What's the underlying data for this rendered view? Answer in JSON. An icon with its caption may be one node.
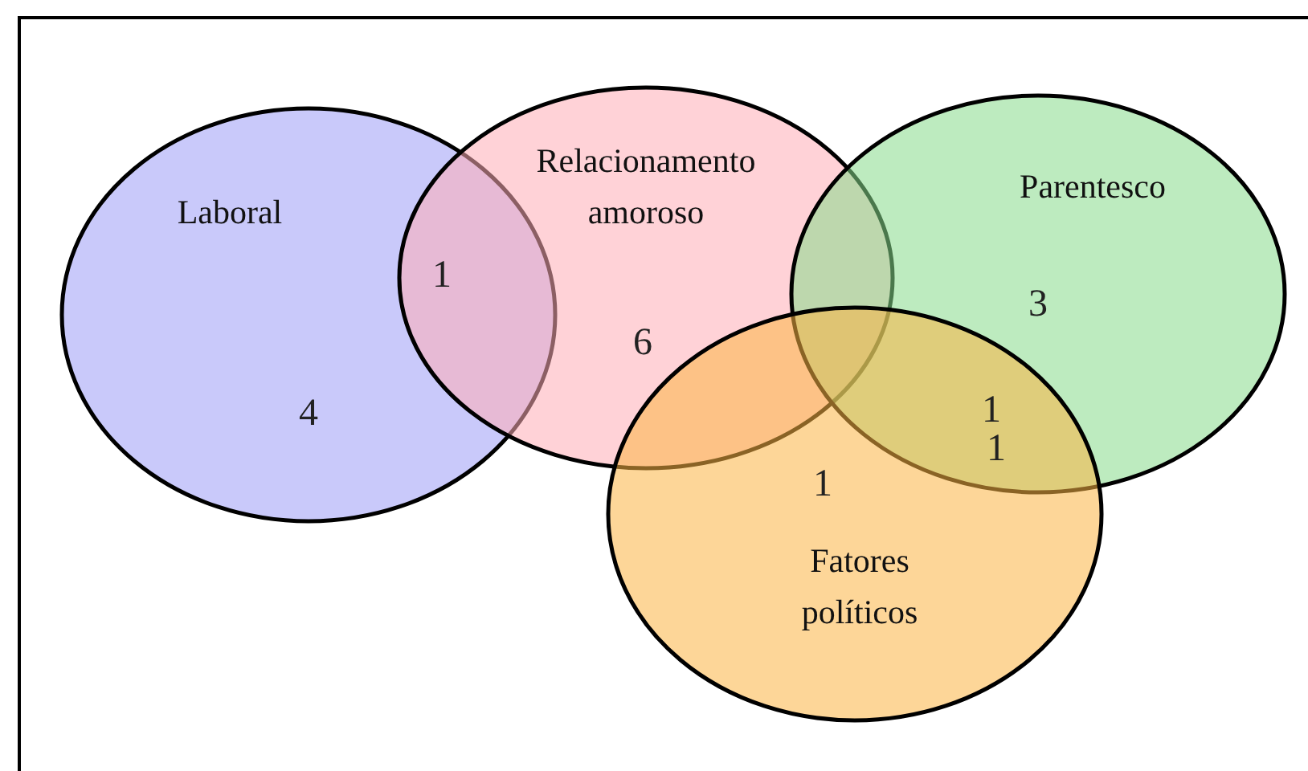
{
  "diagram": {
    "nodes": [
      {
        "text": [
          "Laboral"
        ]
      },
      {
        "text": [
          "Relacionamento amoroso"
        ]
      },
      {
        "text": [
          "Parentesco"
        ]
      },
      {
        "text": [
          "Fatores políticos"
        ]
      }
    ],
    "labels": [
      "1",
      "4",
      "6",
      "3",
      "1",
      "1",
      "1"
    ]
  }
}
